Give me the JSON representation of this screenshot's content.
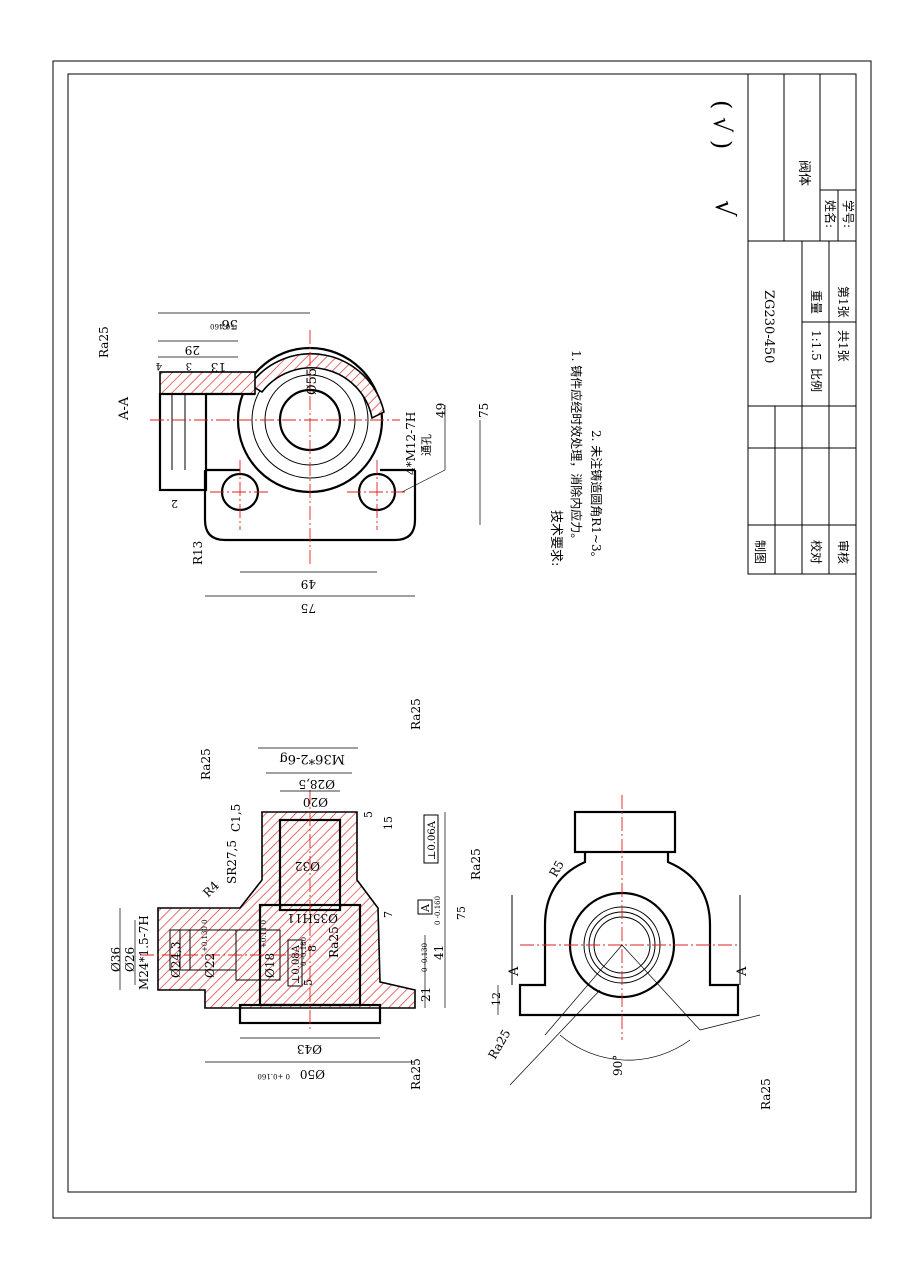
{
  "title_block": {
    "part_name": "阀体",
    "drawing_no": "ZG230-450",
    "scale_label": "比例",
    "scale": "1:1.5",
    "weight_label": "重量",
    "sheets_total": "共1张",
    "sheet_no": "第1张",
    "drawn_by_label": "制图",
    "checked_label": "校对",
    "approved_label": "审核",
    "name_label": "姓名:",
    "student_id_label": "学号:"
  },
  "notes": {
    "heading": "技术要求:",
    "items": [
      "1. 铸件应经时效处理，消除内应力。",
      "2. 未注铸造圆角R1~3。"
    ]
  },
  "roughness_symbol": {
    "left": "√",
    "right": "( √ )"
  },
  "top_view": {
    "section_label": "A-A",
    "ra": "Ra25",
    "dims": {
      "d56": "56",
      "d56_tol": "+0.460",
      "d29": "29",
      "d13": "13",
      "d3": "3",
      "d4": "4",
      "d2": "2",
      "phi55": "Ø55",
      "hole": "4*M12-7H",
      "through": "通孔",
      "v49": "49",
      "v75": "75",
      "r13": "R13",
      "h49": "49",
      "h75": "75"
    }
  },
  "section_view": {
    "dims": {
      "m36": "M36*2-6g",
      "phi28_5": "Ø28,5",
      "phi20": "Ø20",
      "c15": "C1,5",
      "sr27": "SR27,5",
      "r4": "R4",
      "phi32": "Ø32",
      "phi35": "Ø35H11",
      "d5": "5",
      "d15": "15",
      "d7": "7",
      "d75": "75",
      "perp1": "⊥0.06A",
      "datum": "A",
      "d41": "41",
      "d41_tol": "0 -0.160",
      "d21": "21",
      "d21_tol": "0 -0.130",
      "d8": "8",
      "d5b": "5",
      "d5b_tol": "0 -0.180",
      "perp2": "⊥0.08A",
      "phi18": "Ø18",
      "phi18_tol": "+0.11 0",
      "phi22": "Ø22",
      "phi22_tol": "+0.130 0",
      "phi24": "Ø24,3",
      "phi26": "Ø26",
      "phi36": "Ø36",
      "m24": "M24*1.5-7H",
      "phi43": "Ø43",
      "phi50": "Ø50",
      "phi50_tol": "0 +0.160"
    },
    "ra_labels": [
      "Ra25",
      "Ra25",
      "Ra25",
      "Ra25",
      "Ra25"
    ]
  },
  "front_view": {
    "r5": "R5",
    "d12": "12",
    "angle": "90°",
    "ra": "Ra25",
    "ra2": "Ra25",
    "cut_a": "A"
  }
}
